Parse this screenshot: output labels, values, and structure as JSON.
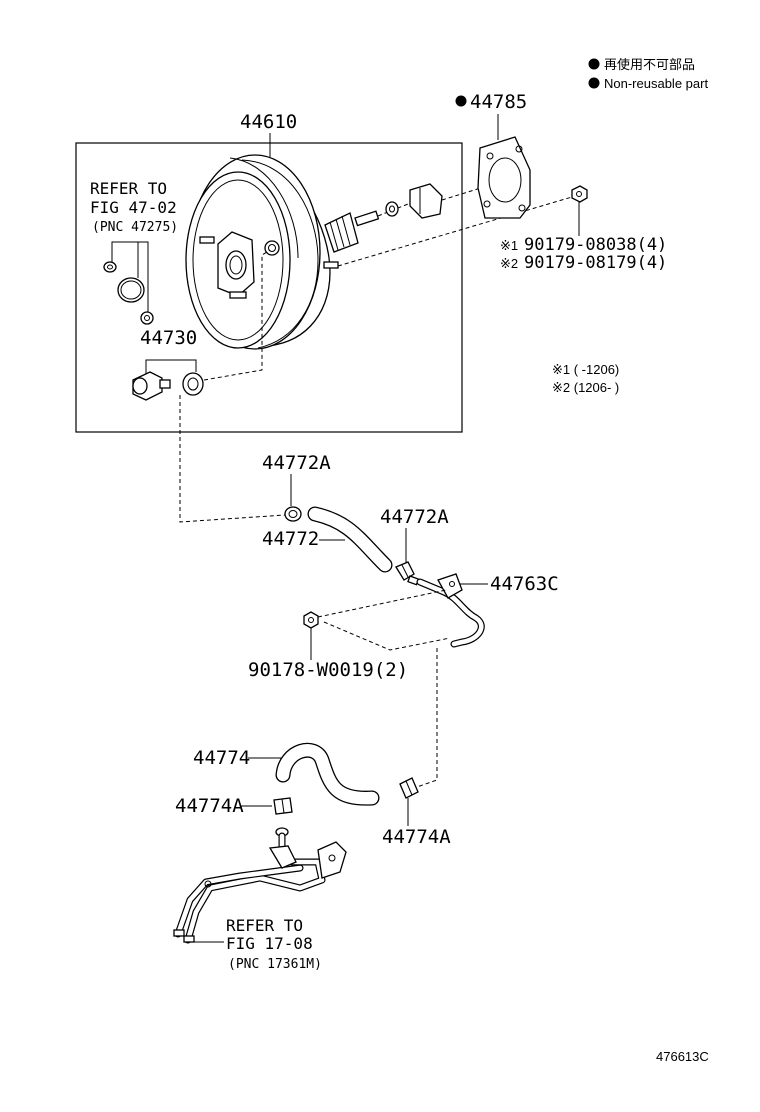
{
  "legend": {
    "items": [
      {
        "symbol": "filled-circle",
        "text": "再使用不可部品"
      },
      {
        "symbol": "filled-circle",
        "text": "Non-reusable part"
      }
    ]
  },
  "parts": {
    "booster": "44610",
    "gasket": "44785",
    "valve": "44730",
    "clip_upper_left": "44772A",
    "hose_upper": "44772",
    "clip_upper_right": "44772A",
    "pipe_bracket": "44763C",
    "pipe_nut": "90178-W0019(2)",
    "hose_lower": "44774",
    "clip_lower_left": "44774A",
    "clip_lower_right": "44774A"
  },
  "nuts": {
    "line1_mark": "※1",
    "line1": "90179-08038(4)",
    "line2_mark": "※2",
    "line2": "90179-08179(4)"
  },
  "notes": {
    "note1": "※1 (     -1206)",
    "note2": "※2 (1206-     )"
  },
  "refer_upper": {
    "line1": "REFER TO",
    "line2": "FIG 47-02",
    "line3": "(PNC 47275)"
  },
  "refer_lower": {
    "line1": "REFER TO",
    "line2": "FIG 17-08",
    "line3": "(PNC 17361M)"
  },
  "illustration_id": "476613C"
}
